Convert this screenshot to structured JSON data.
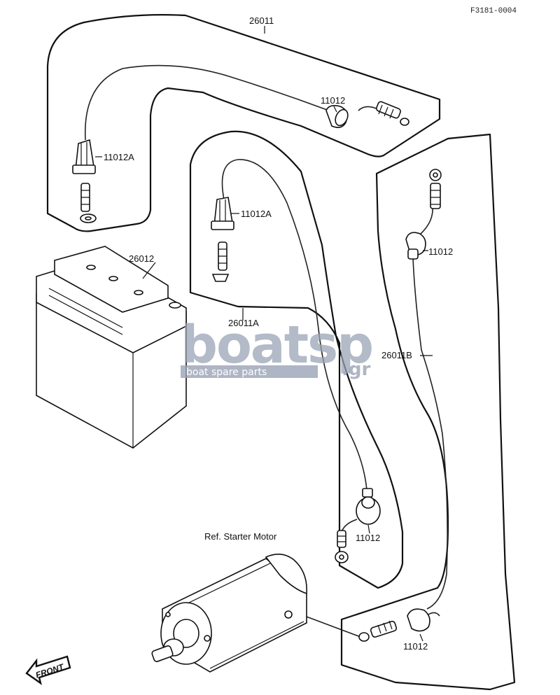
{
  "figure_code": "F3181-0004",
  "labels": {
    "cable_main": "26011",
    "cable_a": "26011A",
    "cable_b": "26011B",
    "battery": "26012",
    "cap_11012A_top": "11012A",
    "cap_11012A_mid": "11012A",
    "cap_11012_top": "11012",
    "cap_11012_right": "11012",
    "cap_11012_lower": "11012",
    "cap_11012_bottom": "11012",
    "ref_starter": "Ref. Starter Motor",
    "front": "FRONT"
  },
  "watermark": {
    "brand": "boatsp",
    "suffix": ".gr",
    "tagline": "boat spare parts"
  }
}
